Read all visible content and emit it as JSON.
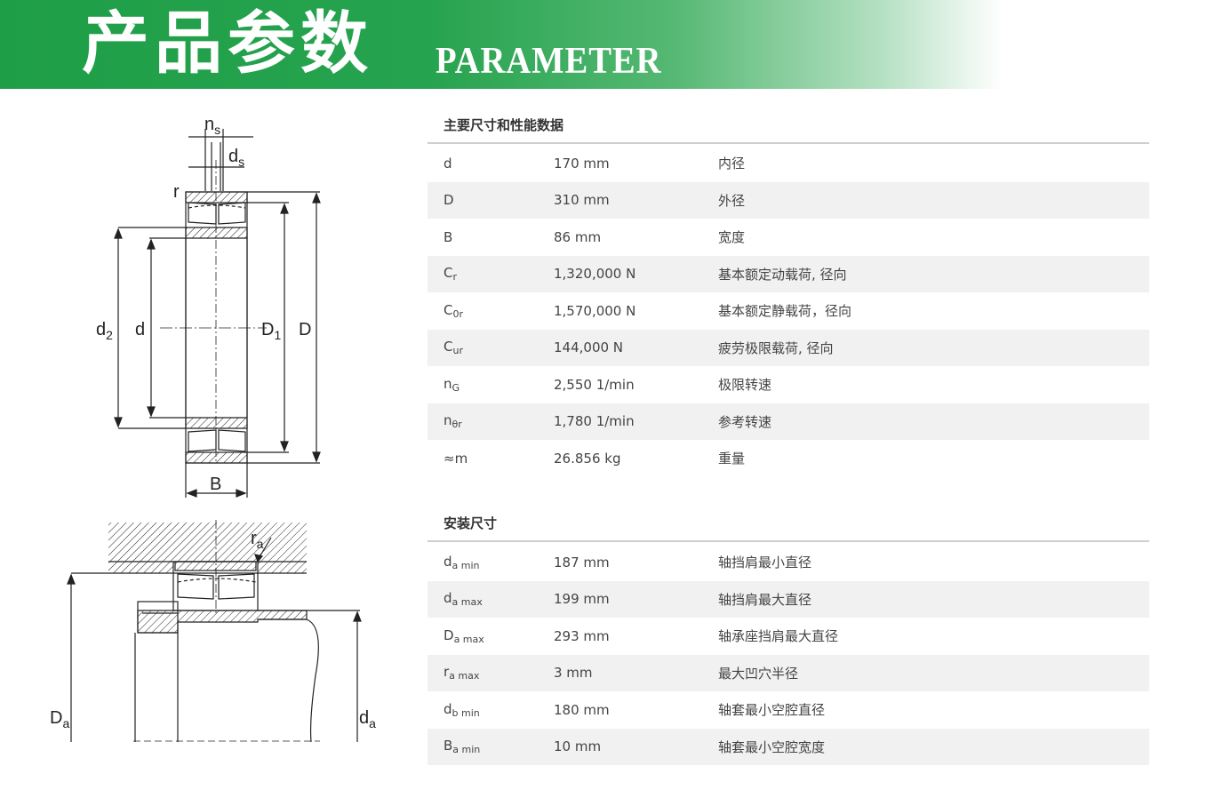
{
  "banner": {
    "title_cn": "产品参数",
    "title_en": "PARAMETER"
  },
  "drawing": {
    "labels": {
      "ns": [
        "n",
        "s"
      ],
      "ds": [
        "d",
        "s"
      ],
      "r": "r",
      "d2": [
        "d",
        "2"
      ],
      "d": "d",
      "D1": [
        "D",
        "1"
      ],
      "D": "D",
      "B": "B",
      "ra": [
        "r",
        "a"
      ],
      "Da": [
        "D",
        "a"
      ],
      "da": [
        "d",
        "a"
      ]
    }
  },
  "sections": [
    {
      "title": "主要尺寸和性能数据",
      "rows": [
        {
          "sym": "d",
          "sub": "",
          "value": "170 mm",
          "desc": "内径"
        },
        {
          "sym": "D",
          "sub": "",
          "value": "310 mm",
          "desc": "外径"
        },
        {
          "sym": "B",
          "sub": "",
          "value": "86 mm",
          "desc": "宽度"
        },
        {
          "sym": "C",
          "sub": "r",
          "value": "1,320,000 N",
          "desc": "基本额定动载荷, 径向"
        },
        {
          "sym": "C",
          "sub": "0r",
          "value": "1,570,000 N",
          "desc": "基本额定静载荷，径向"
        },
        {
          "sym": "C",
          "sub": "ur",
          "value": "144,000 N",
          "desc": "疲劳极限载荷, 径向"
        },
        {
          "sym": "n",
          "sub": "G",
          "value": "2,550 1/min",
          "desc": "极限转速"
        },
        {
          "sym": "n",
          "sub": "θr",
          "value": "1,780 1/min",
          "desc": "参考转速"
        },
        {
          "sym": "≈m",
          "sub": "",
          "value": "26.856 kg",
          "desc": "重量"
        }
      ]
    },
    {
      "title": "安装尺寸",
      "rows": [
        {
          "sym": "d",
          "sub": "a min",
          "value": "187 mm",
          "desc": "轴挡肩最小直径"
        },
        {
          "sym": "d",
          "sub": "a max",
          "value": "199 mm",
          "desc": "轴挡肩最大直径"
        },
        {
          "sym": "D",
          "sub": "a max",
          "value": "293 mm",
          "desc": "轴承座挡肩最大直径"
        },
        {
          "sym": "r",
          "sub": "a max",
          "value": "3 mm",
          "desc": "最大凹穴半径"
        },
        {
          "sym": "d",
          "sub": "b min",
          "value": "180 mm",
          "desc": "轴套最小空腔直径"
        },
        {
          "sym": "B",
          "sub": "a min",
          "value": "10 mm",
          "desc": "轴套最小空腔宽度"
        }
      ]
    }
  ]
}
